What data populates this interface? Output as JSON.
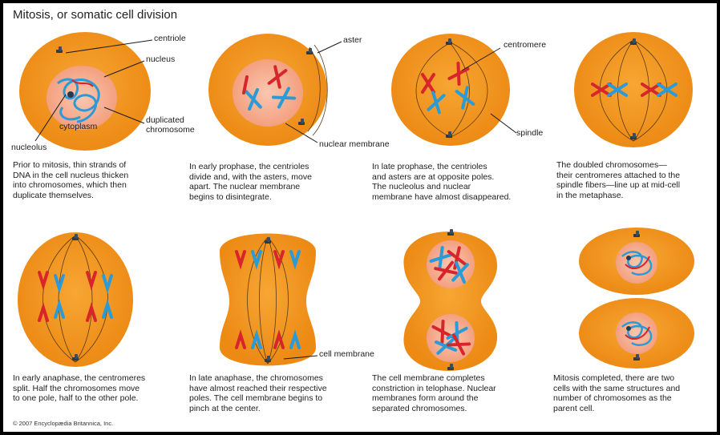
{
  "title": "Mitosis, or somatic cell division",
  "copyright": "© 2007 Encyclopædia Britannica, Inc.",
  "labels": {
    "centriole": "centriole",
    "nucleus": "nucleus",
    "duplicated_chromosome_1": "duplicated",
    "duplicated_chromosome_2": "chromosome",
    "cytoplasm": "cytoplasm",
    "nucleolus": "nucleolus",
    "aster": "aster",
    "nuclear_membrane": "nuclear membrane",
    "centromere": "centromere",
    "spindle": "spindle",
    "cell_membrane": "cell membrane"
  },
  "captions": [
    [
      "Prior to mitosis, thin strands of",
      "DNA in the cell nucleus thicken",
      "into chromosomes, which then",
      "duplicate themselves."
    ],
    [
      "In early prophase, the centrioles",
      "divide and, with the asters, move",
      "apart. The nuclear membrane",
      "begins to disintegrate."
    ],
    [
      "In late prophase, the centrioles",
      "and asters are at opposite poles.",
      "The nucleolus and nuclear",
      "membrane have almost disappeared."
    ],
    [
      "The doubled chromosomes—",
      "their centromeres attached to the",
      "spindle fibers—line up at mid-cell",
      "in the metaphase."
    ],
    [
      "In early anaphase, the centromeres",
      "split. Half the chromosomes move",
      "to one pole, half to the other pole."
    ],
    [
      "In late anaphase, the chromosomes",
      "have almost reached their respective",
      "poles. The cell membrane begins to",
      "pinch at the center."
    ],
    [
      "The cell membrane completes",
      "constriction in telophase. Nuclear",
      "membranes form around the",
      "separated chromosomes."
    ],
    [
      "Mitosis completed, there are two",
      "cells with the same structures and",
      "number of chromosomes as the",
      "parent cell."
    ]
  ],
  "colors": {
    "cell_fill": "#f0941c",
    "cell_edge": "#e07d10",
    "nucleus_fill": "#f6a98a",
    "chromosome_red": "#d8252b",
    "chromosome_blue": "#2a9bd6",
    "centriole": "#2a3a4a"
  }
}
